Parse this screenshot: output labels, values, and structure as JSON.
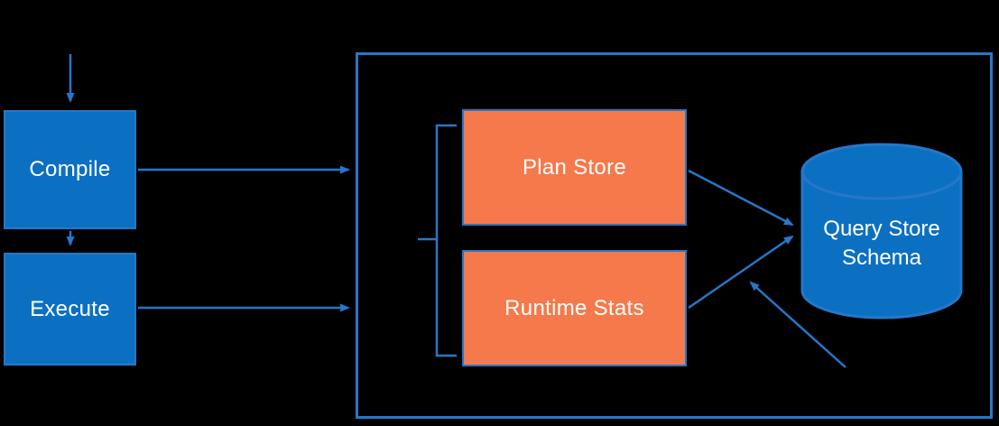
{
  "diagram": {
    "type": "architecture-flow",
    "nodes": {
      "compile": {
        "label": "Compile"
      },
      "execute": {
        "label": "Execute"
      },
      "plan_store": {
        "label": "Plan Store"
      },
      "runtime_stats": {
        "label": "Runtime Stats"
      },
      "query_store_schema": {
        "label": "Query Store Schema",
        "line1": "Query Store",
        "line2": "Schema"
      }
    },
    "edges": [
      {
        "from": "top",
        "to": "compile"
      },
      {
        "from": "compile",
        "to": "execute"
      },
      {
        "from": "compile",
        "to": "query-store-container"
      },
      {
        "from": "execute",
        "to": "query-store-container"
      },
      {
        "from": "plan_store",
        "to": "query_store_schema"
      },
      {
        "from": "runtime_stats",
        "to": "query_store_schema"
      },
      {
        "from": "bottom-right",
        "to": "query_store_schema"
      }
    ],
    "colors": {
      "background": "#000000",
      "box_blue": "#0c70c2",
      "box_orange": "#f5794b",
      "stroke_blue": "#2577c9",
      "text": "#ffffff"
    }
  }
}
